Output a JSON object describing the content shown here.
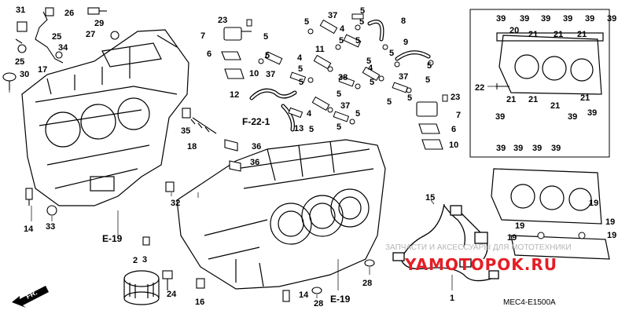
{
  "diagram_code": "MEC4-E1500A",
  "watermark_text": "ЗАПЧАСТИ И АКСЕССУАРЫ ДЛЯ МОТОТЕХНИКИ",
  "watermark_site": "YAMOTOPOK.RU",
  "forward_arrow_label": "FR.",
  "references": {
    "e19_left": "E-19",
    "e19_bottom": "E-19",
    "f22": "F-22-1"
  },
  "callouts": {
    "c1": "1",
    "c2": "2",
    "c3": "3",
    "c4a": "4",
    "c4b": "4",
    "c4c": "4",
    "c4d": "4",
    "c5a": "5",
    "c5b": "5",
    "c5c": "5",
    "c5d": "5",
    "c5e": "5",
    "c5f": "5",
    "c5g": "5",
    "c5h": "5",
    "c5i": "5",
    "c5j": "5",
    "c5k": "5",
    "c5l": "5",
    "c5m": "5",
    "c5n": "5",
    "c5o": "5",
    "c5p": "5",
    "c5q": "5",
    "c5r": "5",
    "c6a": "6",
    "c6b": "6",
    "c7a": "7",
    "c7b": "7",
    "c8": "8",
    "c9": "9",
    "c10a": "10",
    "c10b": "10",
    "c11": "11",
    "c12": "12",
    "c13": "13",
    "c14a": "14",
    "c14b": "14",
    "c15": "15",
    "c16": "16",
    "c17": "17",
    "c18": "18",
    "c19a": "19",
    "c19b": "19",
    "c19c": "19",
    "c19d": "19",
    "c19e": "19",
    "c20": "20",
    "c21a": "21",
    "c21b": "21",
    "c21c": "21",
    "c21d": "21",
    "c21e": "21",
    "c21f": "21",
    "c21g": "21",
    "c22": "22",
    "c23a": "23",
    "c23b": "23",
    "c24": "24",
    "c25a": "25",
    "c25b": "25",
    "c26": "26",
    "c27": "27",
    "c28a": "28",
    "c28b": "28",
    "c29": "29",
    "c30": "30",
    "c31": "31",
    "c32": "32",
    "c33": "33",
    "c34": "34",
    "c35": "35",
    "c36a": "36",
    "c36b": "36",
    "c37a": "37",
    "c37b": "37",
    "c37c": "37",
    "c37d": "37",
    "c38": "38",
    "c39a": "39",
    "c39b": "39",
    "c39c": "39",
    "c39d": "39",
    "c39e": "39",
    "c39f": "39",
    "c39g": "39",
    "c39h": "39",
    "c39i": "39",
    "c39j": "39",
    "c39k": "39",
    "c39l": "39",
    "c39m": "39"
  },
  "colors": {
    "line": "#000000",
    "watermark_gray": "#b5b5b5",
    "watermark_red": "#e41e26"
  }
}
